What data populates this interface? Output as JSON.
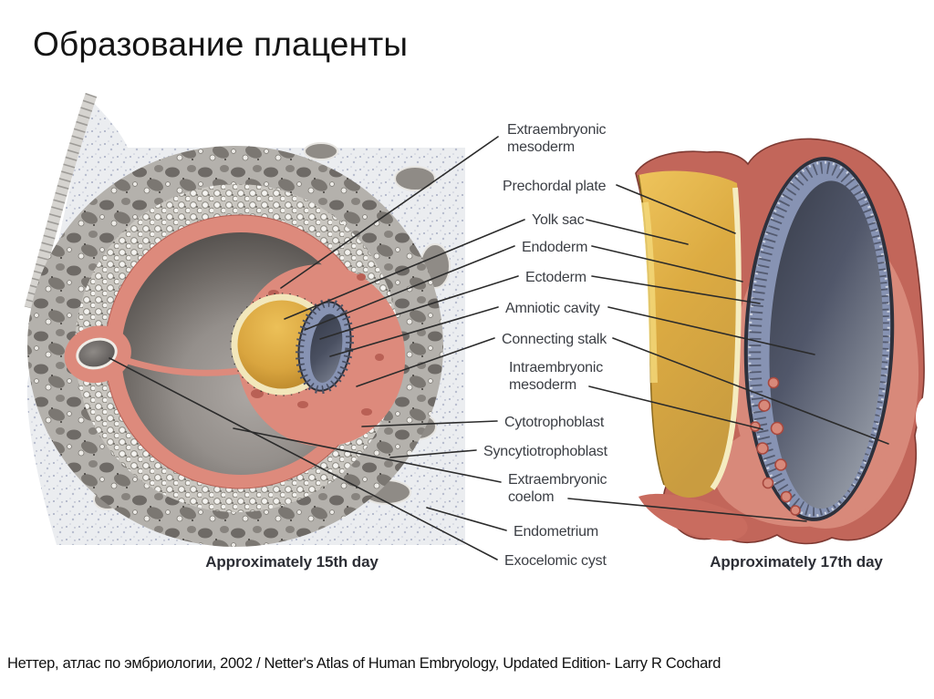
{
  "slide": {
    "title": "Образование плаценты",
    "citation": "Неттер, атлас по эмбриологии, 2002 / Netter's Atlas of Human Embryology, Updated Edition- Larry R Cochard"
  },
  "figure": {
    "source": "anatomical diagram, placenta formation",
    "panels": [
      {
        "caption": "Approximately 15th day"
      },
      {
        "caption": "Approximately 17th day"
      }
    ],
    "labels": [
      {
        "text": "Extraembryonic mesoderm"
      },
      {
        "text": "Prechordal plate"
      },
      {
        "text": "Yolk sac"
      },
      {
        "text": "Endoderm"
      },
      {
        "text": "Ectoderm"
      },
      {
        "text": "Amniotic cavity"
      },
      {
        "text": "Connecting stalk"
      },
      {
        "text": "Intraembryonic mesoderm"
      },
      {
        "text": "Cytotrophoblast"
      },
      {
        "text": "Syncytiotrophoblast"
      },
      {
        "text": "Extraembryonic coelom"
      },
      {
        "text": "Endometrium"
      },
      {
        "text": "Exocelomic cyst"
      }
    ],
    "colors": {
      "mesoderm_pink": "#dd8a7c",
      "outer_red": "#c2665a",
      "yolk_gold": "#d9a53f",
      "yolk_rim_cream": "#f2e7bb",
      "amnion_blue": "#8793b3",
      "cavity_gray": "#8a8682",
      "endometrium_speckle": "#eaecef",
      "leader_line": "#2b2b2b"
    }
  }
}
